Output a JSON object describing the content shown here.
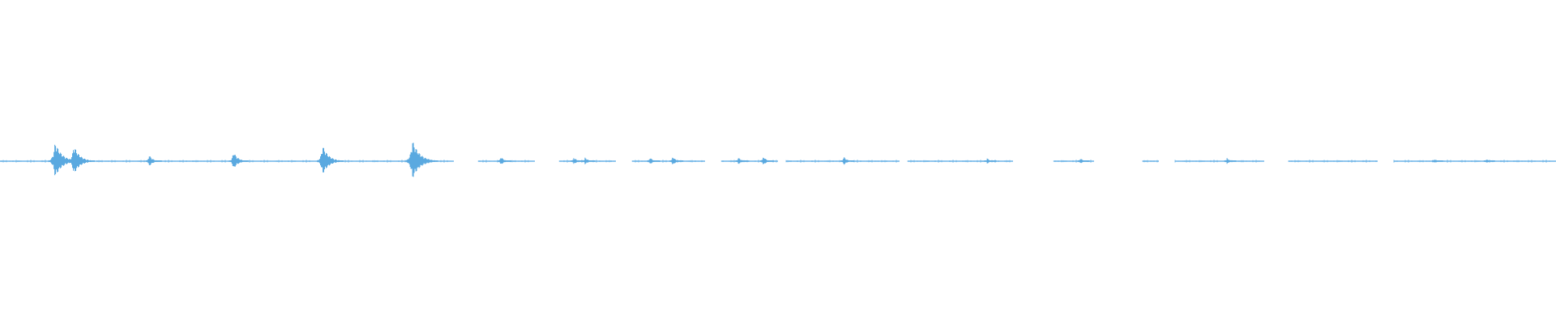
{
  "waveform": {
    "color": "#5aa9e0",
    "baseline_color": "#6fb6ea",
    "segments_seconds": [
      [
        0.0,
        0.7
      ],
      [
        0.7,
        1.2
      ],
      [
        1.2,
        2.3
      ],
      [
        2.3,
        3.4
      ],
      [
        3.4,
        4.6
      ],
      [
        4.6,
        5.6
      ],
      [
        5.9,
        6.6
      ],
      [
        6.9,
        7.6
      ],
      [
        7.8,
        8.7
      ],
      [
        8.9,
        9.6
      ],
      [
        9.7,
        10.4
      ],
      [
        10.5,
        11.1
      ],
      [
        11.2,
        12.5
      ],
      [
        13.0,
        13.5
      ],
      [
        14.1,
        14.3
      ],
      [
        14.5,
        15.6
      ],
      [
        15.9,
        17.0
      ],
      [
        17.2,
        19.2
      ]
    ],
    "bursts": [
      {
        "t": 0.68,
        "amp": 0.12
      },
      {
        "t": 0.91,
        "amp": 0.1
      },
      {
        "t": 1.84,
        "amp": 0.04
      },
      {
        "t": 2.88,
        "amp": 0.06
      },
      {
        "t": 3.98,
        "amp": 0.1
      },
      {
        "t": 5.09,
        "amp": 0.13
      },
      {
        "t": 6.18,
        "amp": 0.03
      },
      {
        "t": 7.08,
        "amp": 0.025
      },
      {
        "t": 7.22,
        "amp": 0.025
      },
      {
        "t": 8.02,
        "amp": 0.025
      },
      {
        "t": 8.3,
        "amp": 0.03
      },
      {
        "t": 9.11,
        "amp": 0.025
      },
      {
        "t": 9.42,
        "amp": 0.03
      },
      {
        "t": 10.41,
        "amp": 0.03
      },
      {
        "t": 12.18,
        "amp": 0.02
      },
      {
        "t": 13.33,
        "amp": 0.02
      },
      {
        "t": 15.14,
        "amp": 0.02
      },
      {
        "t": 17.7,
        "amp": 0.015
      },
      {
        "t": 18.34,
        "amp": 0.015
      }
    ],
    "total_seconds": 19.2
  }
}
